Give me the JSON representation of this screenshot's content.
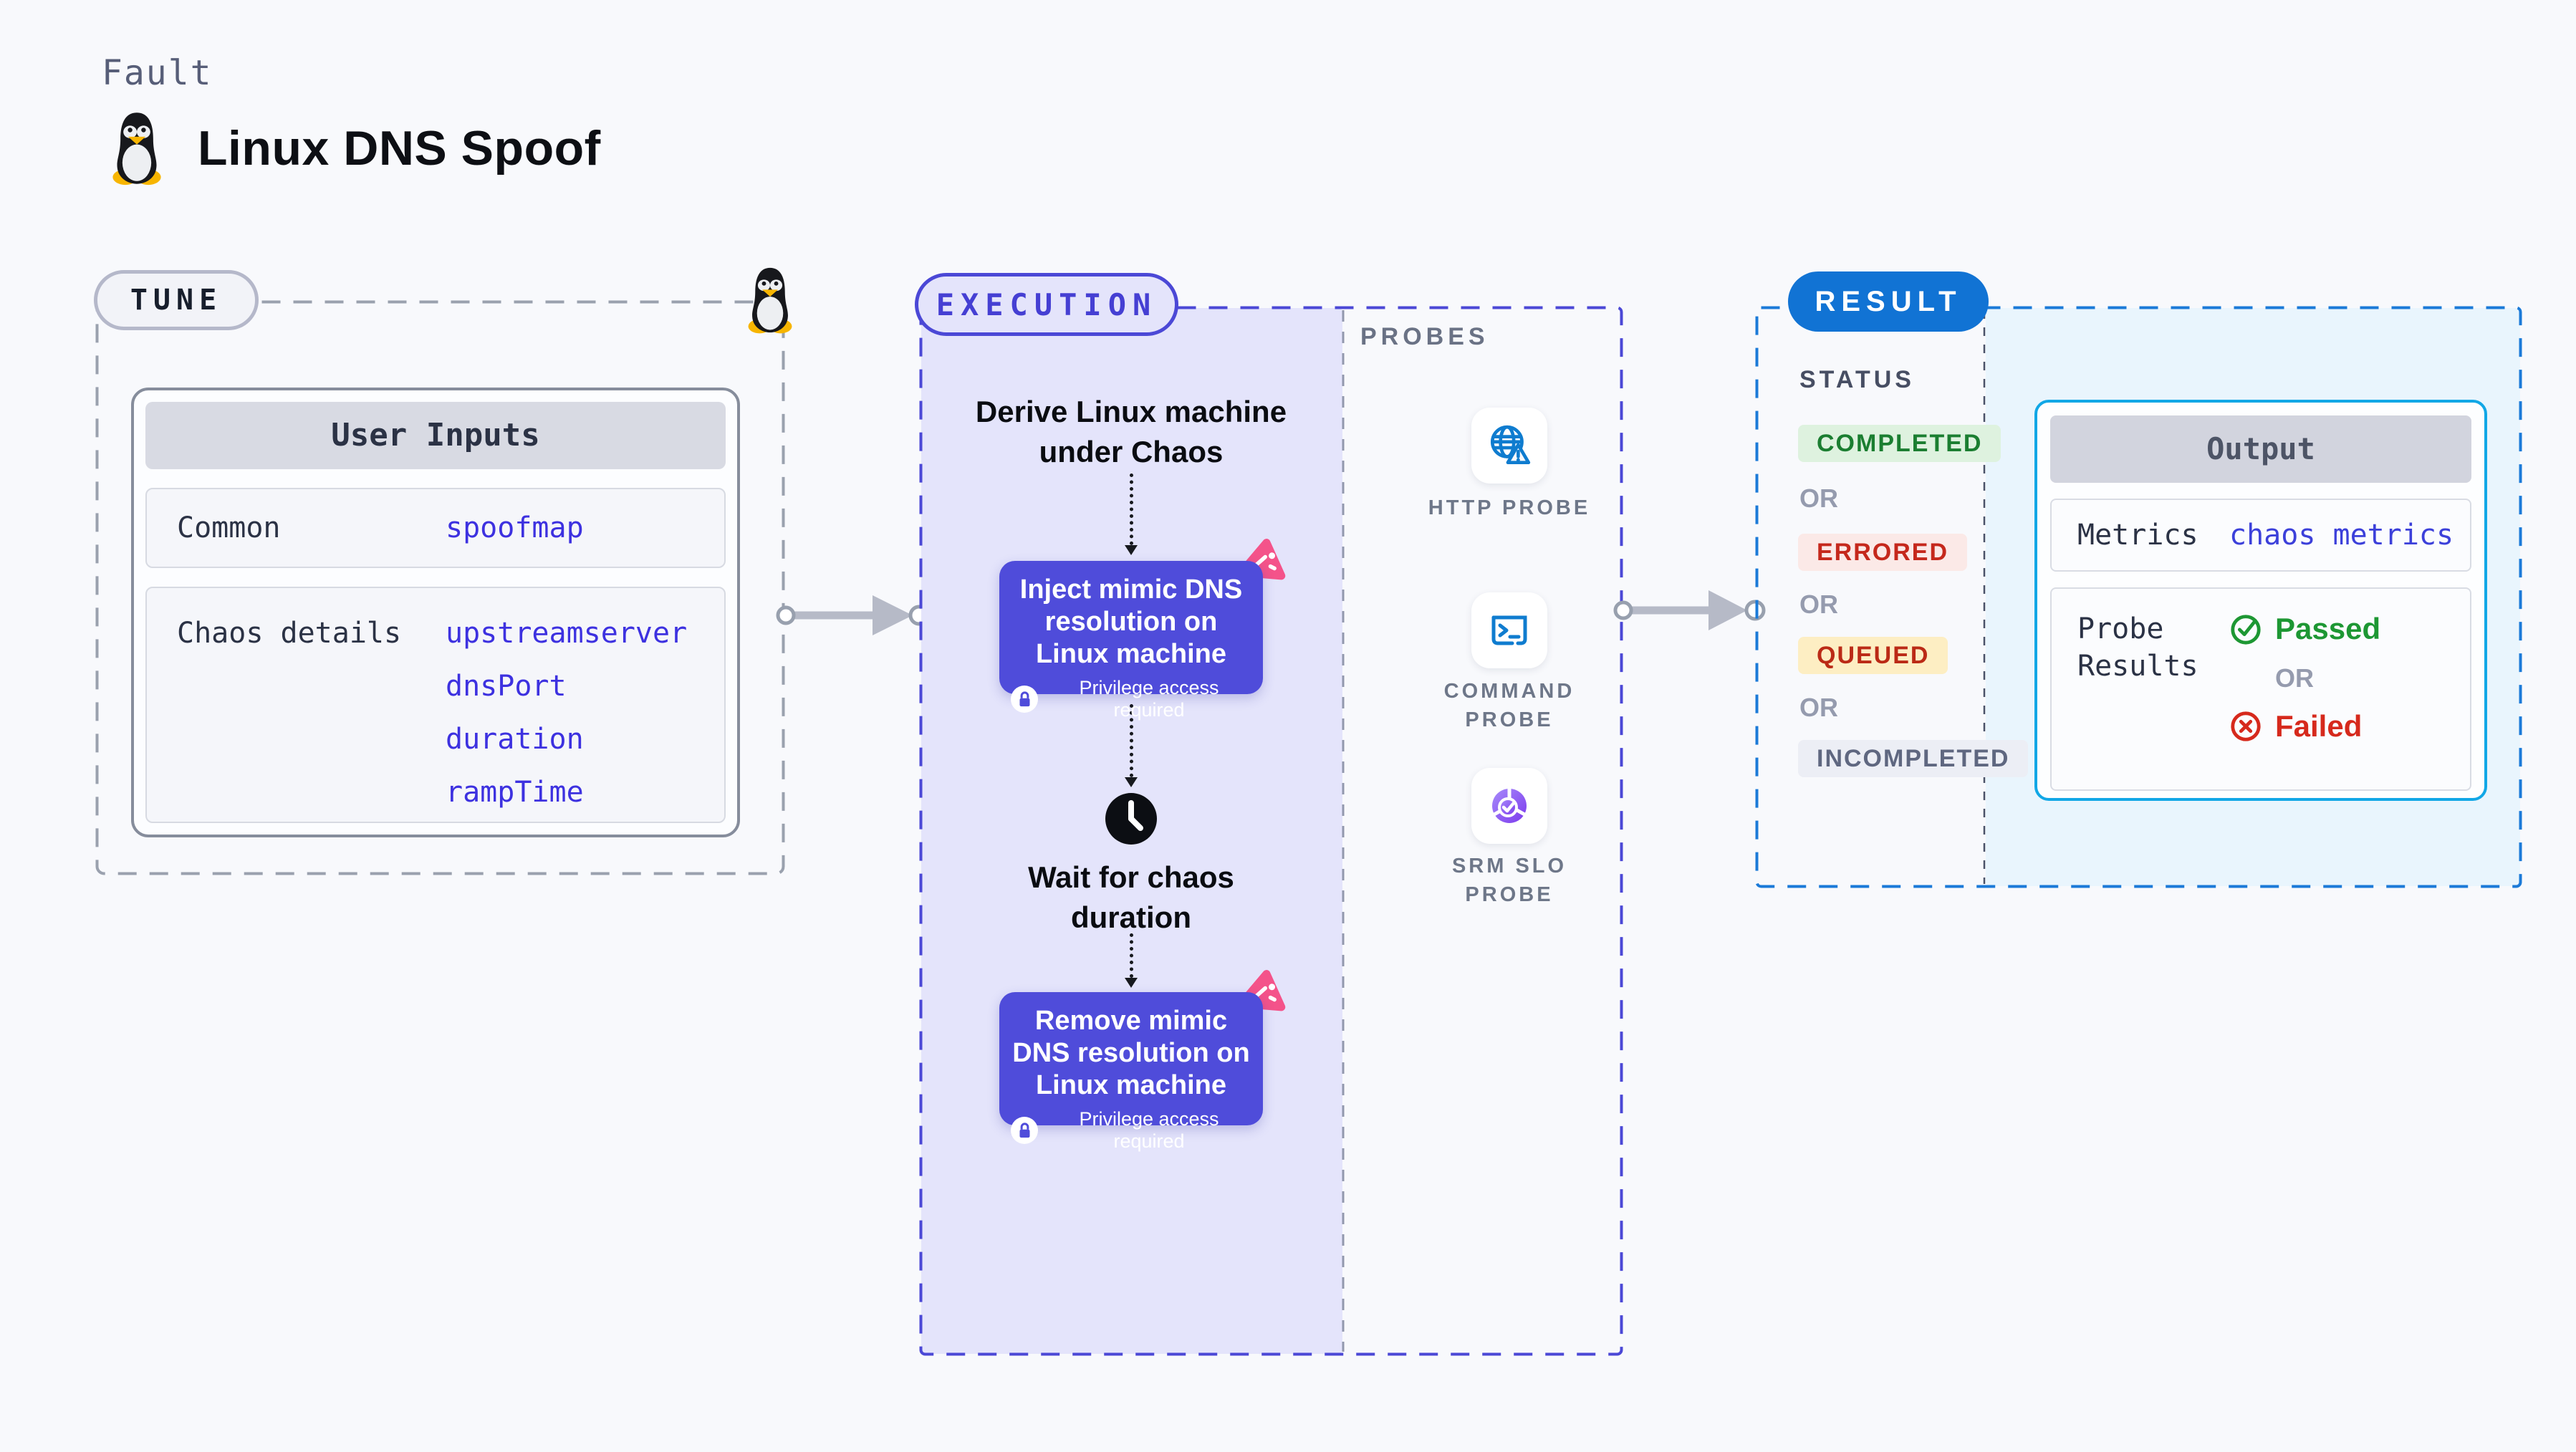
{
  "page": {
    "kicker": "Fault",
    "title": "Linux DNS Spoof"
  },
  "colors": {
    "background": "#f8f9fc",
    "tune_dash": "#9aa1ae",
    "execution_accent": "#4b48d6",
    "execution_fill": "#e4e4fb",
    "result_accent": "#1173d4",
    "result_dash": "#1b7ad8",
    "result_fill": "#e9f5fd",
    "output_border": "#11a7e6",
    "action_card": "#4f4cda",
    "chaos_pink": "#f4538a",
    "link_blue": "#3d31e0",
    "passed_green": "#1d9733",
    "failed_red": "#d6291c",
    "probe_icon_blue": "#0f7ccf",
    "probe_icon_purple": "#7c3aed"
  },
  "tune": {
    "label": "TUNE",
    "card": {
      "header": "User Inputs",
      "rows": [
        {
          "label": "Common",
          "values": [
            "spoofmap"
          ]
        },
        {
          "label": "Chaos details",
          "values": [
            "upstreamserver",
            "dnsPort",
            "duration",
            "rampTime"
          ]
        }
      ]
    }
  },
  "execution": {
    "label": "EXECUTION",
    "steps": {
      "derive": "Derive Linux machine under Chaos",
      "inject": "Inject mimic DNS resolution on Linux machine",
      "privilege": "Privilege access required",
      "wait": "Wait for chaos duration",
      "remove": "Remove mimic DNS resolution on Linux machine"
    },
    "probes": {
      "label": "PROBES",
      "items": [
        {
          "name": "HTTP PROBE",
          "icon": "globe-alert-icon"
        },
        {
          "name": "COMMAND PROBE",
          "icon": "terminal-icon"
        },
        {
          "name": "SRM SLO PROBE",
          "icon": "slo-donut-check-icon"
        }
      ]
    }
  },
  "result": {
    "label": "RESULT",
    "status": {
      "label": "STATUS",
      "separator": "OR",
      "badges": [
        "COMPLETED",
        "ERRORED",
        "QUEUED",
        "INCOMPLETED"
      ]
    },
    "output": {
      "header": "Output",
      "metrics_label": "Metrics",
      "metrics_value": "chaos metrics",
      "probe_label": "Probe Results",
      "passed": "Passed",
      "or": "OR",
      "failed": "Failed"
    }
  }
}
